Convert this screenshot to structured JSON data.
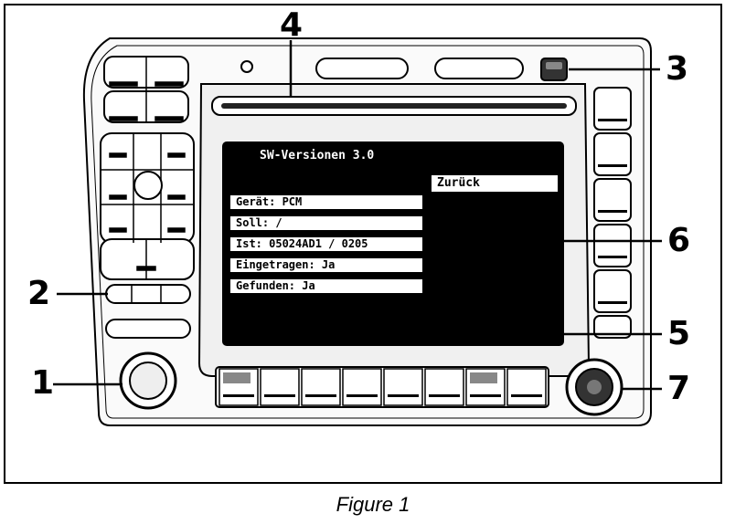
{
  "screen": {
    "title": "SW-Versionen 3.0",
    "back_label": "Zurück",
    "rows": [
      "Gerät: PCM",
      "Soll: /",
      "Ist: 05024AD1 / 0205",
      "Eingetragen: Ja",
      "Gefunden: Ja"
    ]
  },
  "callouts": [
    "1",
    "2",
    "3",
    "4",
    "5",
    "6",
    "7"
  ],
  "caption": "Figure 1"
}
